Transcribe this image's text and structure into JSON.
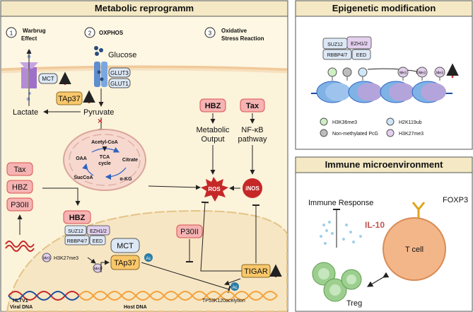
{
  "panels": {
    "metabolic": {
      "title": "Metabolic reprogramm",
      "steps": [
        {
          "num": "1",
          "label_line1": "Warbrug",
          "label_line2": "Effect"
        },
        {
          "num": "2",
          "label_line1": "OXPHOS",
          "label_line2": ""
        },
        {
          "num": "3",
          "label_line1": "Oxidative",
          "label_line2": "Stress Reaction"
        }
      ],
      "glucose": "Glucose",
      "transporters": {
        "mct": "MCT",
        "glut3": "GLUT3",
        "glut1": "GLUT1"
      },
      "tap37": "TAp37",
      "lactate": "Lactate",
      "pyruvate": "Pyruvate",
      "tca": {
        "acetyl_coa": "Acetyl-CoA",
        "oaa": "OAA",
        "citrate": "Citrate",
        "center_line1": "TCA",
        "center_line2": "cycle",
        "succoa": "SucCoA",
        "akg": "α-KG"
      },
      "viral_proteins": [
        "Tax",
        "HBZ",
        "P30II"
      ],
      "hbz_box": "HBZ",
      "tax_box": "Tax",
      "metabolic_output_line1": "Metabolic",
      "metabolic_output_line2": "Output",
      "nfkb_line1": "NF-κB",
      "nfkb_line2": "pathway",
      "ros": "ROS",
      "inos": "iNOS",
      "nuclear": {
        "hbz": "HBZ",
        "prc2": {
          "suz12": "SUZ12",
          "ezh": "EZH1/2",
          "rbbp": "RBBP4/7",
          "eed": "EED"
        },
        "me3": "Me3",
        "h3k27me3": "H3K27me3",
        "mct": "MCT",
        "tap37": "TAp37",
        "ac": "Ac",
        "p30": "P30II",
        "tigar": "TIGAR",
        "tp53": "TP53K120acelytion",
        "hltv1_line1": "HLTV1",
        "hltv1_line2": "Viral DNA",
        "host_dna": "Host DNA"
      }
    },
    "epigenetic": {
      "title": "Epigenetic modification",
      "complex": {
        "suz12": "SUZ12",
        "ezh": "EZH1/2",
        "rbbp": "RBBP4/7",
        "eed": "EED"
      },
      "me3": "Me3",
      "legend": [
        {
          "label": "H3K36me3",
          "color": "#cfeec3"
        },
        {
          "label": "H2K119ub",
          "color": "#cfe6f7"
        },
        {
          "label": "Non-methylated PcG",
          "color": "#bdbdbd"
        },
        {
          "label": "H3K27me3",
          "color": "#e2cfe8"
        }
      ]
    },
    "immune": {
      "title": "Immune microenvironment",
      "immune_response": "Immune Response",
      "il10": "IL-10",
      "foxp3": "FOXP3",
      "tcell": "T cell",
      "treg": "Treg"
    }
  },
  "colors": {
    "panel_bg": "#fdf7e4",
    "header_bg": "#f4e9c4",
    "viral_red": "#f6b3b3",
    "viral_border": "#d9534f",
    "tap_orange": "#f9c76a",
    "purple": "#e3d0ee",
    "blue_box": "#dde8f6",
    "tcell_orange": "#f3b689",
    "red_arrow": "#d32f2f"
  }
}
